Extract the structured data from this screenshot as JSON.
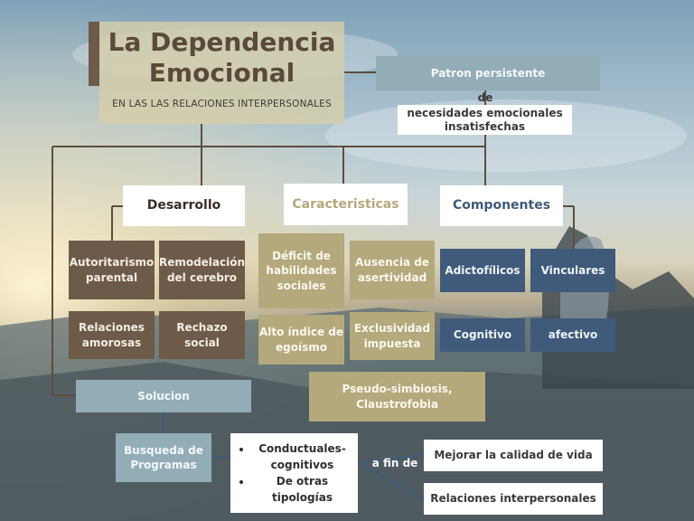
{
  "title": {
    "main": "La Dependencia Emocional",
    "subtitle": "EN LAS LAS RELACIONES INTERPERSONALES"
  },
  "definition": {
    "head": "Patron persistente",
    "connector": "de",
    "body": "necesidades emocionales insatisfechas"
  },
  "branches": {
    "desarrollo": {
      "label": "Desarrollo",
      "items": [
        "Autoritarismo parental",
        "Remodelación del cerebro",
        "Relaciones amorosas",
        "Rechazo social"
      ]
    },
    "caracteristicas": {
      "label": "Caracteristicas",
      "items": [
        "Déficit de habilidades sociales",
        "Ausencia de asertividad",
        "Alto índice de egoísmo",
        "Exclusividad impuesta",
        "Pseudo-simbiosis, Claustrofobia"
      ]
    },
    "componentes": {
      "label": "Componentes",
      "items": [
        "Adictofílicos",
        "Vinculares",
        "Cognitivo",
        "afectivo"
      ]
    }
  },
  "solution": {
    "label": "Solucion",
    "search": "Busqueda de Programas",
    "programs": [
      "Conductuales-cognitivos",
      "De otras tipologías"
    ],
    "connector": "a fin de",
    "goals": [
      "Mejorar la calidad de vida",
      "Relaciones interpersonales"
    ]
  },
  "colors": {
    "brown": "#6d5a48",
    "khaki": "#b3a97c",
    "navy": "#3f5a7a",
    "steel": "#93adb7",
    "line": "#5e4d3e"
  }
}
